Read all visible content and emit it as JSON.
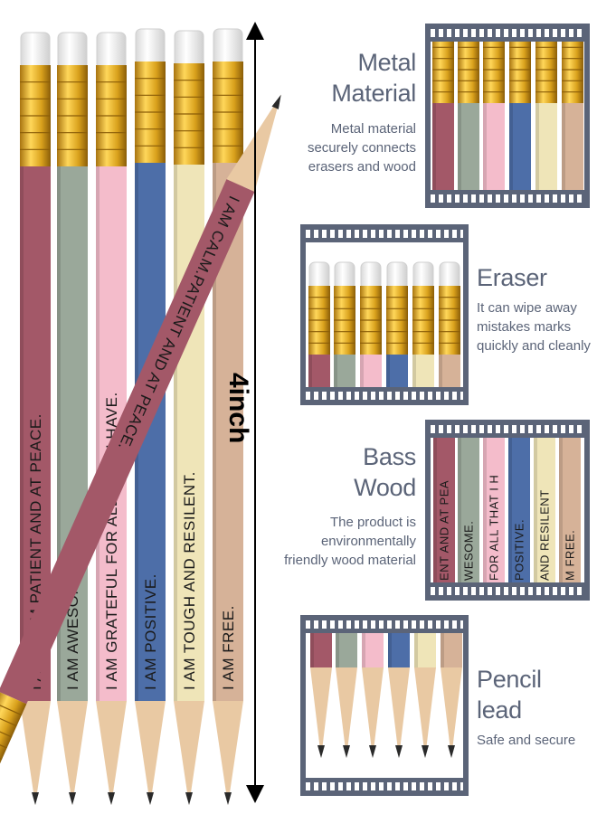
{
  "dimension_label": "4inch",
  "colors": {
    "frame": "#5b6478",
    "pencils": [
      "#a35868",
      "#9aa89a",
      "#f4bccb",
      "#4d6ea8",
      "#efe5b8",
      "#d6b298"
    ],
    "ferrule": "#d9a11c",
    "wood": "#e9c9a3",
    "lead": "#2a2a2a"
  },
  "pencils": [
    {
      "slogan": "I AM CALM.PATIENT AND AT PEACE."
    },
    {
      "slogan": "I AM AWESOME."
    },
    {
      "slogan": "I AM GRATEFUL FOR ALL THAT I HAVE."
    },
    {
      "slogan": "I AM POSITIVE."
    },
    {
      "slogan": "I AM TOUGH AND RESILENT."
    },
    {
      "slogan": "I AM FREE."
    }
  ],
  "diagonal_pencil": {
    "slogan": "I AM CALM.PATIENT AND AT PEACE."
  },
  "features": [
    {
      "title_line1": "Metal",
      "title_line2": "Material",
      "desc_line1": "Metal material",
      "desc_line2": "securely connects",
      "desc_line3": "erasers and wood"
    },
    {
      "title_line1": "Eraser",
      "desc_line1": "It can wipe away",
      "desc_line2": "mistakes marks",
      "desc_line3": "quickly and cleanly"
    },
    {
      "title_line1": "Bass",
      "title_line2": "Wood",
      "desc_line1": "The product is",
      "desc_line2": "environmentally",
      "desc_line3": "friendly wood material"
    },
    {
      "title_line1": "Pencil",
      "title_line2": "lead",
      "desc_line1": "Safe and secure"
    }
  ],
  "detail_texts": {
    "metal": [
      "",
      "",
      "",
      "",
      "",
      ""
    ],
    "bass": [
      "ENT AND AT PEA",
      "WESOME.",
      "FOR ALL THAT I H",
      "POSITIVE.",
      "AND RESILENT",
      "M FREE."
    ]
  }
}
